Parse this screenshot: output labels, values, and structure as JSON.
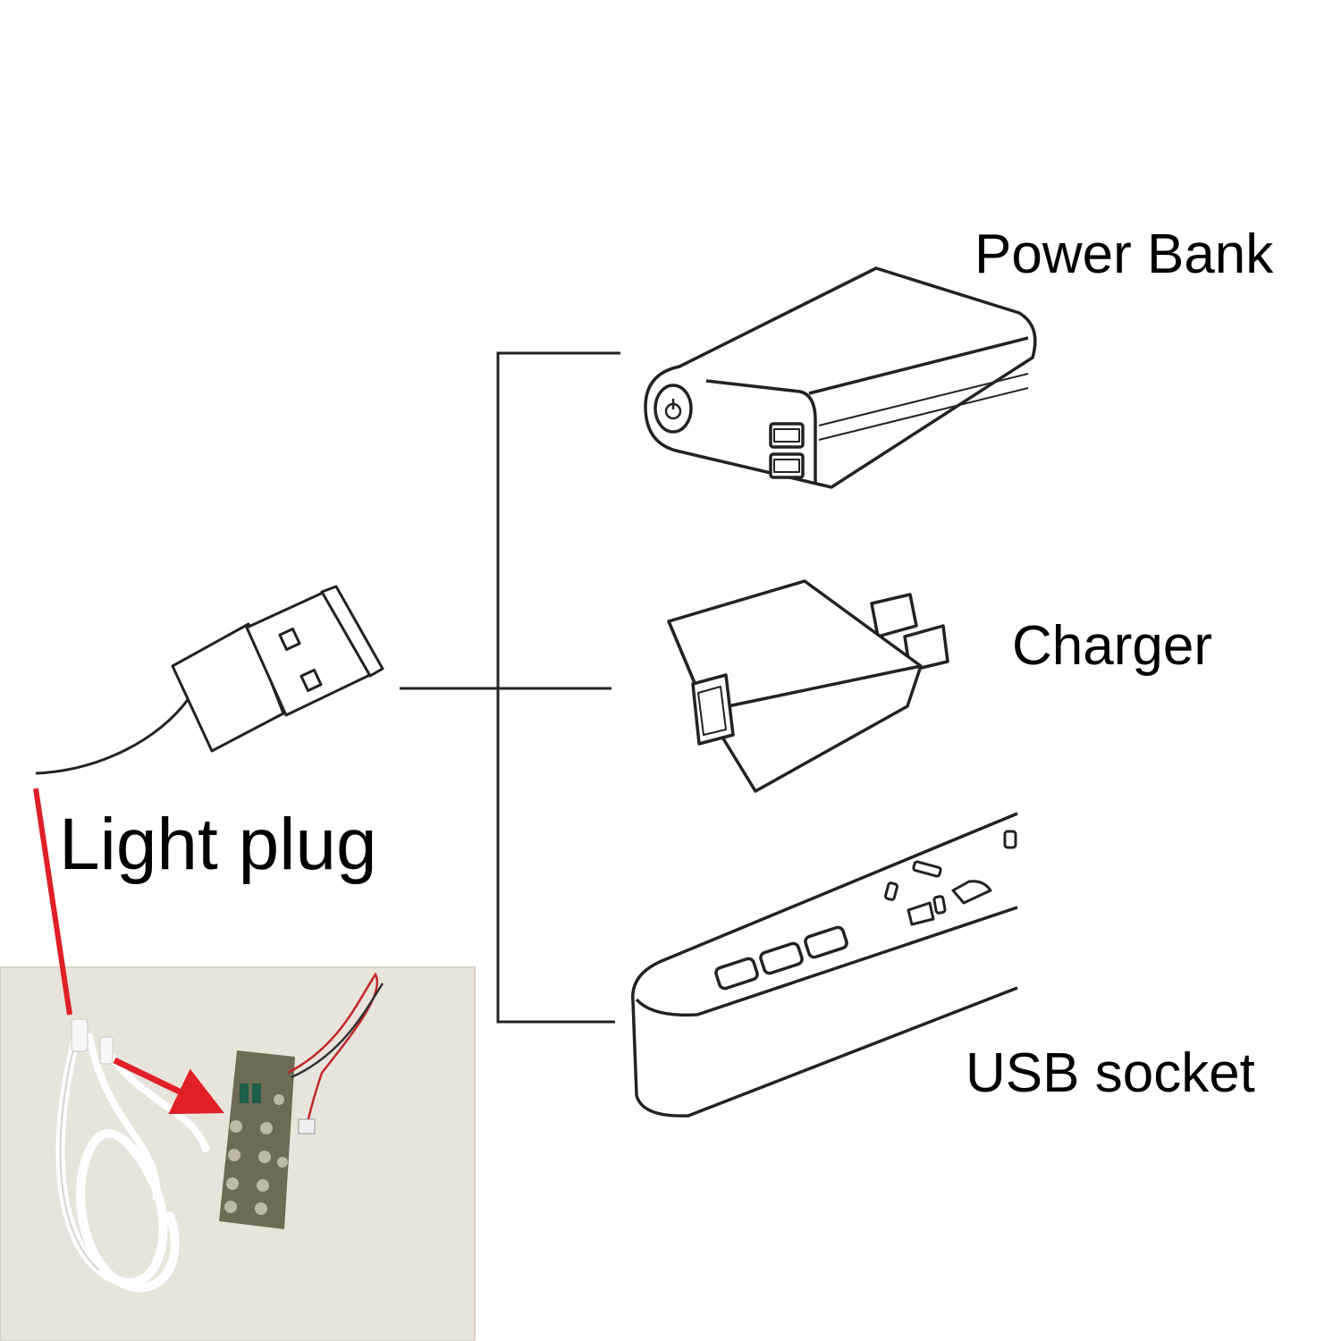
{
  "labels": {
    "power_bank": "Power Bank",
    "charger": "Charger",
    "usb_socket": "USB socket",
    "light_plug": "Light plug"
  },
  "colors": {
    "line": "#222222",
    "callout": "#e01f26",
    "photo_bg": "#e8e4dc",
    "cable": "#f4f4f4",
    "pcb": "#6d6a55"
  }
}
